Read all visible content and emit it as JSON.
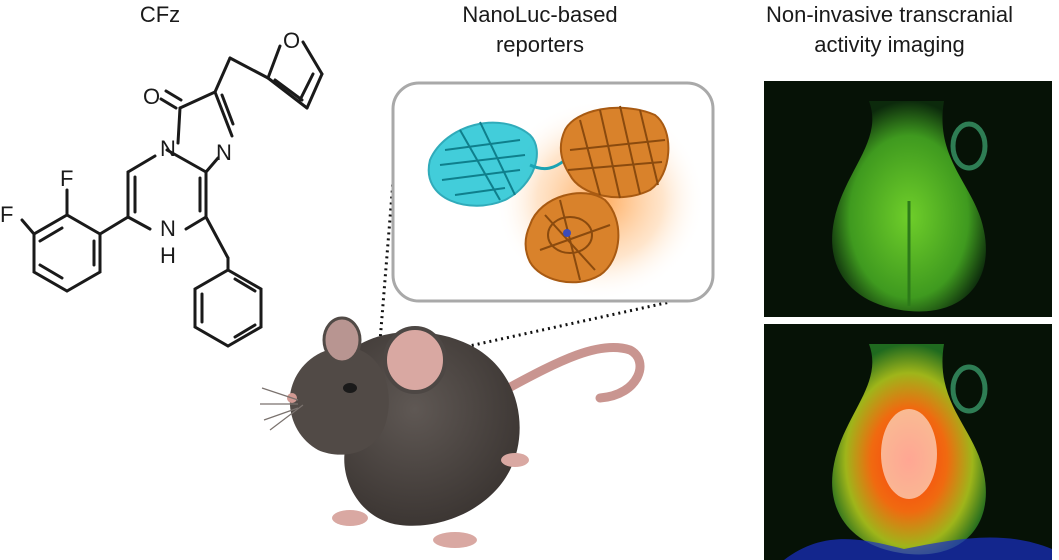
{
  "titles": {
    "compound": "CFz",
    "reporters": "NanoLuc-based\nreporters",
    "imaging": "Non-invasive transcranial\nactivity imaging"
  },
  "molecule": {
    "atoms": {
      "o_carbonyl": "O",
      "o_furan": "O",
      "n_bridge": "N",
      "n_imine": "N",
      "nh": "N",
      "h": "H",
      "f1": "F",
      "f2": "F"
    }
  },
  "colors": {
    "protein_cyan": "#2ec8d6",
    "protein_orange": "#d9822b",
    "glow": "#ffb36b",
    "mouse_body": "#4d4744",
    "mouse_pink": "#d29a93",
    "panel_border": "#a9a9a9"
  },
  "images": {
    "top": "brain-imaging-baseline",
    "bottom": "brain-imaging-activated"
  }
}
